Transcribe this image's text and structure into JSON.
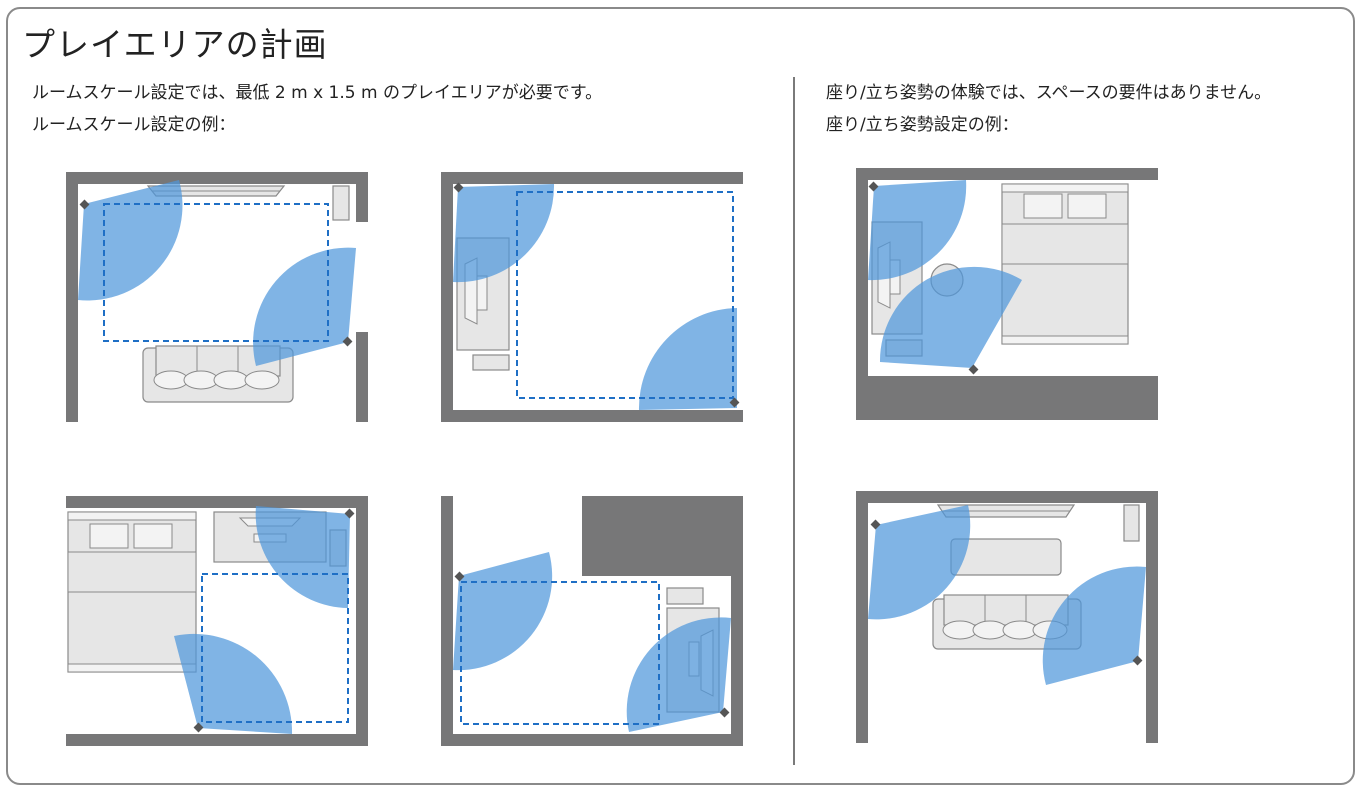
{
  "page": {
    "title": "プレイエリアの計画"
  },
  "roomscale": {
    "requirement": "ルームスケール設定では、最低 2 m x 1.5 m のプレイエリアが必要です。",
    "example_label": "ルームスケール設定の例："
  },
  "seated": {
    "requirement": "座り/立ち姿勢の体験では、スペースの要件はありません。",
    "example_label": "座り/立ち姿勢設定の例："
  },
  "colors": {
    "wall": "#777778",
    "sensor_coverage": "#4f97db",
    "play_area_border": "#1f6fc5",
    "furniture_fill": "#e6e6e6",
    "furniture_stroke": "#8a8a8a",
    "base_station": "#555555"
  },
  "icons": [
    "base-station-icon",
    "sofa-icon",
    "bed-icon",
    "tv-icon",
    "desk-icon"
  ]
}
